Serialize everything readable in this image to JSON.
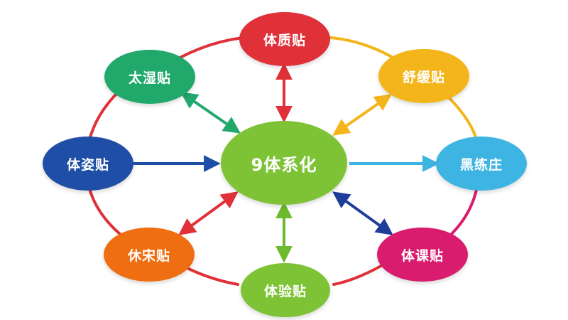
{
  "center": {
    "label": "9体系化",
    "color": "#7dc335"
  },
  "nodes": {
    "top": {
      "label": "体质贴",
      "color": "#e03038"
    },
    "top_right": {
      "label": "舒缓贴",
      "color": "#f4b51b"
    },
    "right": {
      "label": "黑练庄",
      "color": "#3eb4e3"
    },
    "bottom_right": {
      "label": "体课贴",
      "color": "#d91c6e"
    },
    "bottom": {
      "label": "体验贴",
      "color": "#7dc335"
    },
    "bottom_left": {
      "label": "休宋贴",
      "color": "#f06e12"
    },
    "left": {
      "label": "体姿贴",
      "color": "#1e4ea6"
    },
    "top_left": {
      "label": "太湿贴",
      "color": "#21a86b"
    }
  },
  "connectors": {
    "top": "bidirectional",
    "top_right": "bidirectional",
    "right": "outward",
    "bottom_right": "bidirectional",
    "bottom": "bidirectional",
    "bottom_left": "bidirectional",
    "left": "inward",
    "top_left": "bidirectional"
  }
}
